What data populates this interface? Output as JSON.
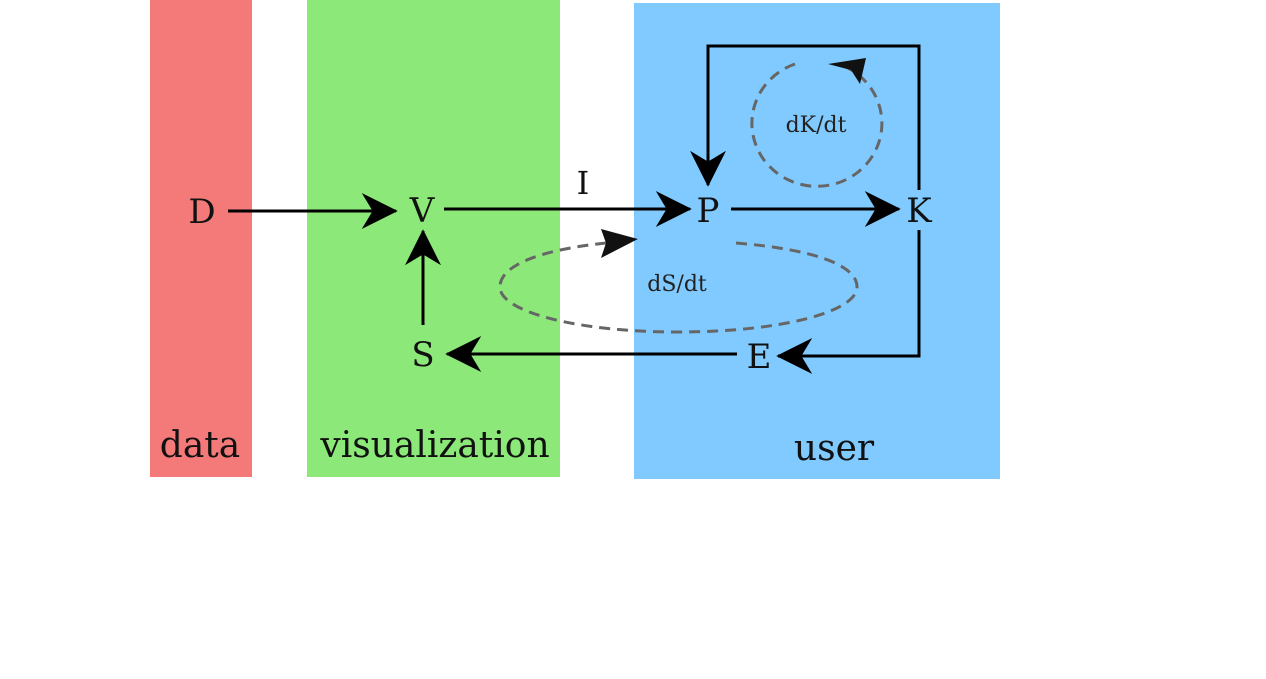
{
  "regions": {
    "data": {
      "label": "data",
      "color": "#f47a7a"
    },
    "visualization": {
      "label": "visualization",
      "color": "#8ce878"
    },
    "user": {
      "label": "user",
      "color": "#80caff"
    }
  },
  "nodes": {
    "D": "D",
    "V": "V",
    "S": "S",
    "P": "P",
    "K": "K",
    "E": "E"
  },
  "edges": {
    "image_label": "I"
  },
  "loops": {
    "knowledge": "dK/dt",
    "specification": "dS/dt"
  },
  "colors": {
    "arrow": "#000000",
    "dashed_loop": "#666666"
  }
}
